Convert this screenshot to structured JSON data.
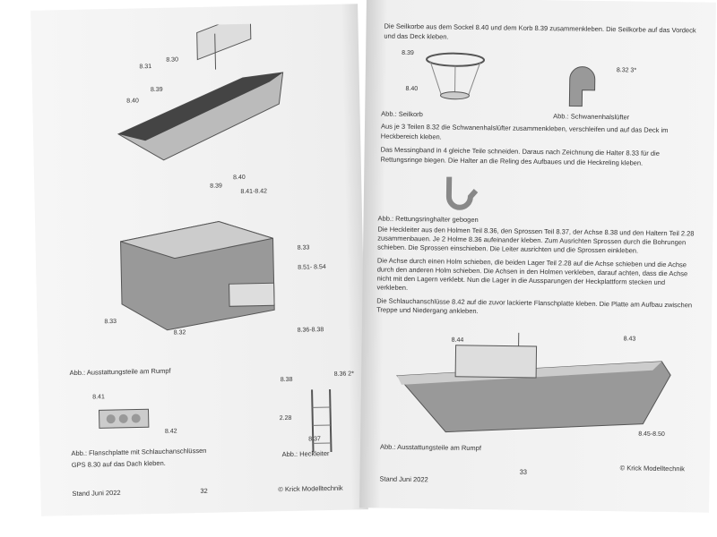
{
  "left_page": {
    "labels_top": [
      "8.30",
      "8.31",
      "8.39",
      "8.40"
    ],
    "labels_mid": [
      "8.39",
      "8.40",
      "8.41-8.42",
      "8.33",
      "8.51- 8.54",
      "8.33",
      "8.32",
      "8.36-8.38"
    ],
    "caption_mid": "Abb.: Ausstattungsteile am Rumpf",
    "labels_flange": [
      "8.41",
      "8.42"
    ],
    "caption_flange": "Abb.: Flanschplatte mit Schlauchanschlüssen",
    "text_gps": "GPS 8.30 auf das Dach kleben.",
    "labels_ladder": [
      "8.38",
      "8.36 2*",
      "2.28",
      "8.37"
    ],
    "caption_ladder": "Abb.: Heckleiter",
    "footer_left": "Stand Juni 2022",
    "page_number": "32",
    "footer_right": "© Krick Modelltechnik"
  },
  "right_page": {
    "para1": "Die Seilkorbe aus dem Sockel 8.40 und dem Korb 8.39 zusammenkleben. Die Seilkorbe auf das Vordeck und das Deck kleben.",
    "labels_basket": [
      "8.39",
      "8.40"
    ],
    "caption_basket": "Abb.: Seilkorb",
    "label_vent": "8.32  3*",
    "caption_vent": "Abb.: Schwanenhalslüfter",
    "para2": "Aus je 3 Teilen 8.32 die Schwanenhalslüfter zusammenkleben, verschleifen und auf das Deck im Heckbereich kleben.",
    "para3": "Das Messingband in 4 gleiche Teile schneiden. Daraus nach Zeichnung die Halter 8.33 für die Rettungsringe biegen. Die Halter an die Reling des Aufbaues und die Heckreling kleben.",
    "caption_holder": "Abb.: Rettungsringhalter gebogen",
    "para4": "Die Heckleiter aus den Holmen Teil 8.36, den Sprossen Teil 8.37, der Achse 8.38 und den Haltern Teil 2.28 zusammenbauen. Je 2 Holme 8.36 aufeinander kleben. Zum Ausrichten Sprossen durch die Bohrungen schieben. Die Sprossen einschieben. Die Leiter ausrichten und die Sprossen einkleben.",
    "para5": "Die Achse durch einen Holm schieben, die beiden Lager Teil 2.28 auf die Achse schieben und die Achse durch den anderen Holm schieben. Die Achsen in den Holmen verkleben, darauf achten, dass die Achse nicht mit den Lagern verklebt. Nun die Lager in die Aussparungen der Heckplattform stecken und verkleben.",
    "para6": "Die Schlauchanschlüsse 8.42 auf die zuvor lackierte Flanschplatte kleben. Die Platte am Aufbau zwischen Treppe und Niedergang ankleben.",
    "labels_boat": [
      "8.44",
      "8.43",
      "8.45-8.50"
    ],
    "caption_boat": "Abb.: Ausstattungsteile am Rumpf",
    "footer_left": "Stand Juni 2022",
    "page_number": "33",
    "footer_right": "© Krick Modelltechnik"
  }
}
